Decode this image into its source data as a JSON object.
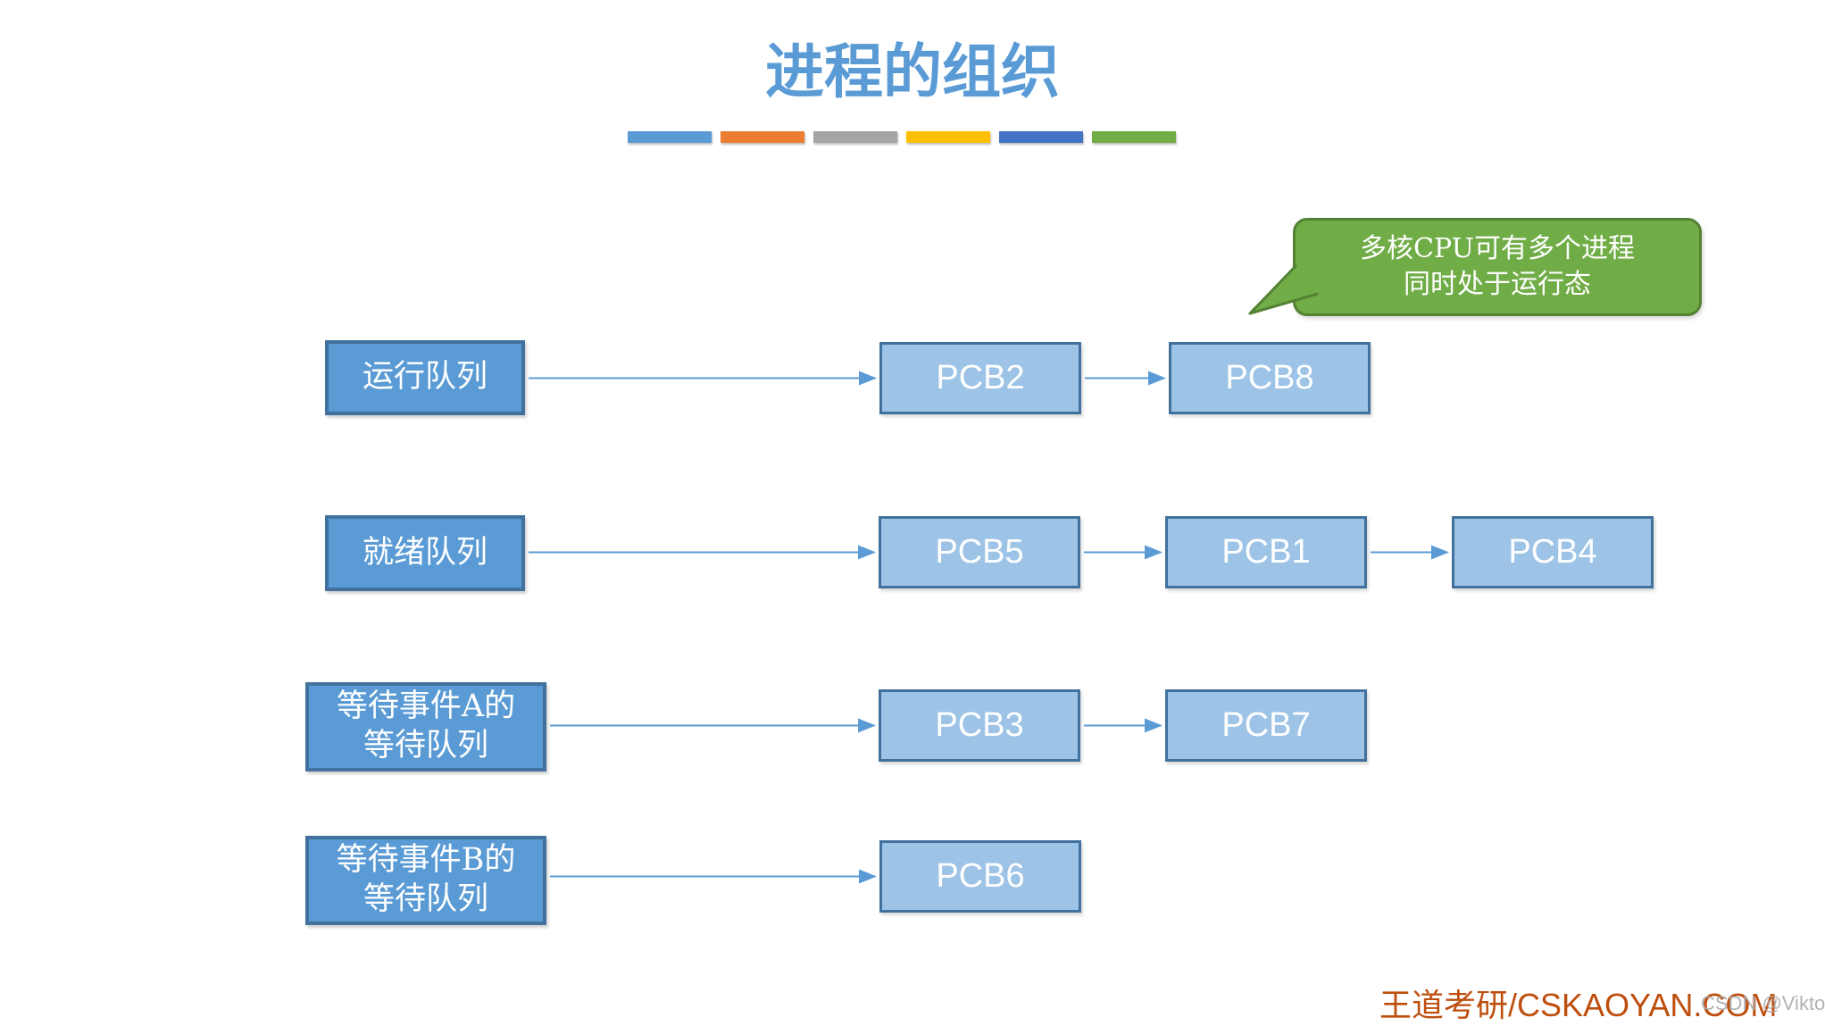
{
  "title": "进程的组织",
  "accent_bars": [
    "#5B9BD5",
    "#ED7D31",
    "#A5A5A5",
    "#FFC000",
    "#4472C4",
    "#70AD47"
  ],
  "callout": {
    "text": "多核CPU可有多个进程\n同时处于运行态",
    "fill": "#70AD47",
    "border": "#548235",
    "text_color": "#FFFFFF"
  },
  "diagram": {
    "queues": [
      {
        "id": "running",
        "label": "运行队列",
        "pcbs": [
          "PCB2",
          "PCB8"
        ]
      },
      {
        "id": "ready",
        "label": "就绪队列",
        "pcbs": [
          "PCB5",
          "PCB1",
          "PCB4"
        ]
      },
      {
        "id": "waiting-a",
        "label": "等待事件A的\n等待队列",
        "pcbs": [
          "PCB3",
          "PCB7"
        ]
      },
      {
        "id": "waiting-b",
        "label": "等待事件B的\n等待队列",
        "pcbs": [
          "PCB6"
        ]
      }
    ],
    "colors": {
      "title": "#5B9BD5",
      "queue_fill": "#5B9BD5",
      "queue_border": "#41719C",
      "pcb_fill": "#9DC3E6",
      "pcb_border": "#41719C",
      "arrow": "#5B9BD5"
    }
  },
  "footer": {
    "brand": "王道考研/CSKAOYAN.COM",
    "watermark": "CSDN @Viktoriae"
  }
}
